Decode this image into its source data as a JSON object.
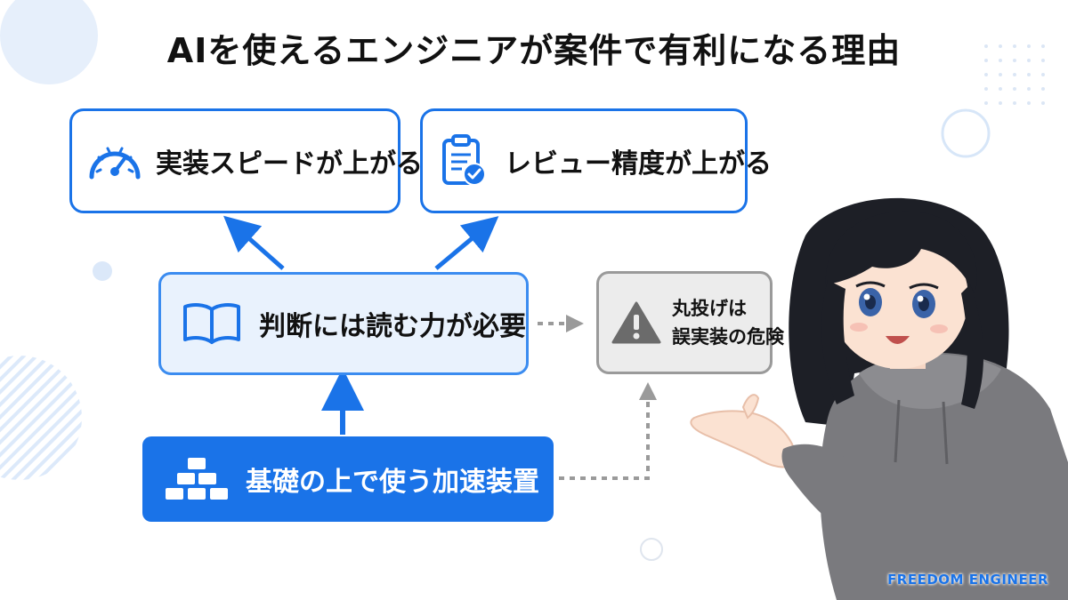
{
  "title": "AIを使えるエンジニアが案件で有利になる理由",
  "nodes": {
    "speed": {
      "label": "実装スピードが上がる",
      "icon": "speedometer-icon"
    },
    "review": {
      "label": "レビュー精度が上がる",
      "icon": "clipboard-check-icon"
    },
    "judgement": {
      "label": "判断には読む力が必要",
      "icon": "open-book-icon"
    },
    "warning": {
      "label_line1": "丸投げは",
      "label_line2": "誤実装の危険",
      "icon": "warning-icon"
    },
    "foundation": {
      "label": "基礎の上で使う加速装置",
      "icon": "stacked-blocks-icon"
    }
  },
  "edges": [
    {
      "from": "judgement",
      "to": "speed",
      "style": "solid"
    },
    {
      "from": "judgement",
      "to": "review",
      "style": "solid"
    },
    {
      "from": "foundation",
      "to": "judgement",
      "style": "solid"
    },
    {
      "from": "judgement",
      "to": "warning",
      "style": "dotted"
    },
    {
      "from": "foundation",
      "to": "warning",
      "style": "dotted"
    }
  ],
  "brand": "FREEDOM ENGINEER",
  "colors": {
    "accent": "#1a73e8",
    "accent_light": "#e9f2fd",
    "muted": "#9a9a9a",
    "muted_bg": "#ececec",
    "text": "#111111"
  }
}
